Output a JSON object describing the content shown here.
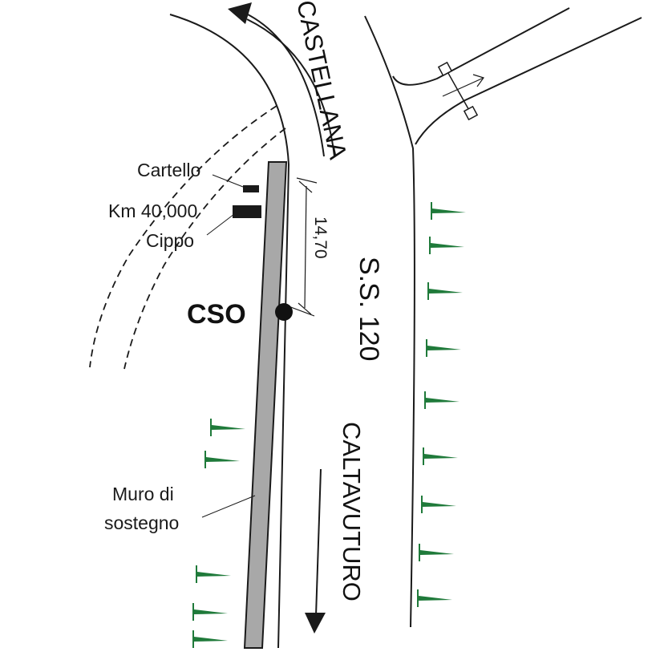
{
  "road": {
    "name": "S.S. 120",
    "direction_north": "CASTELLANA",
    "direction_south": "CALTAVUTURO"
  },
  "labels": {
    "cartello": "Cartello",
    "km": "Km 40,000",
    "cippo": "Cippo",
    "cso": "CSO",
    "distance": "14,70",
    "muro_line1": "Muro di",
    "muro_line2": "sostegno"
  },
  "colors": {
    "line": "#1a1a1a",
    "wall_fill": "#a8a8a8",
    "vegetation": "#1f7a3a"
  },
  "icons": {
    "vegetation": "grass-tuft-icon",
    "direction_arrow": "arrow-icon",
    "gate": "gate-icon"
  }
}
